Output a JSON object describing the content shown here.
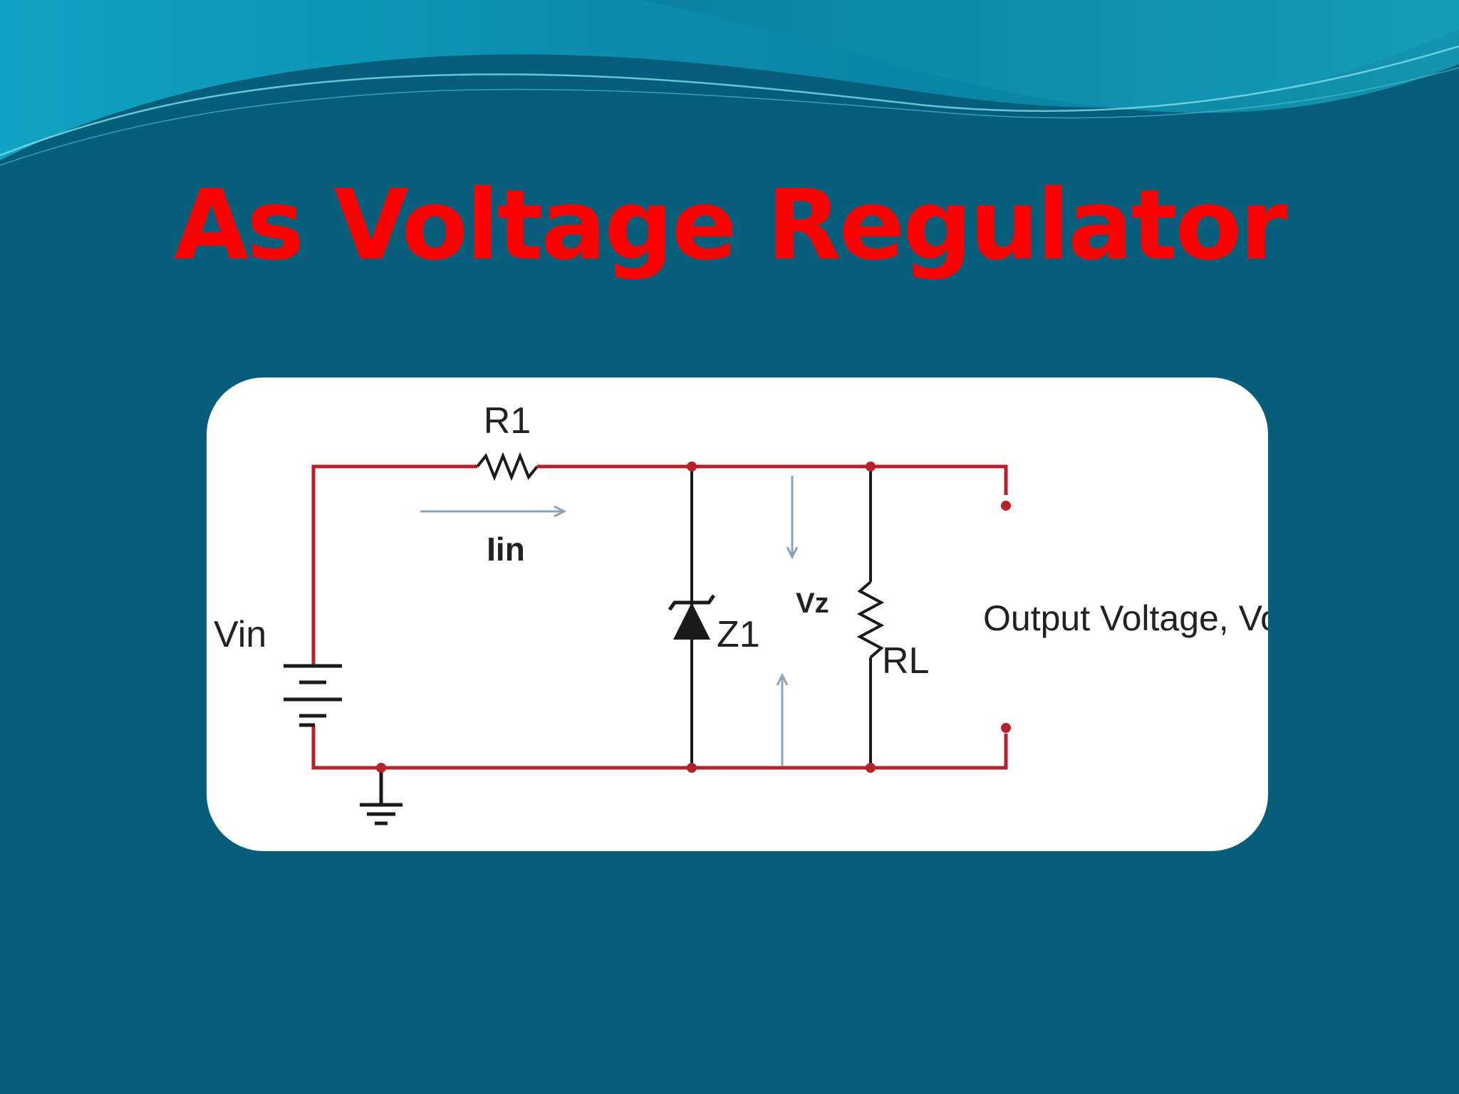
{
  "slide": {
    "title": "As Voltage Regulator"
  },
  "diagram": {
    "labels": {
      "r1": "R1",
      "iin": "Iin",
      "vin": "Vin",
      "z1": "Z1",
      "vz": "Vz",
      "rl": "RL",
      "output": "Output Voltage, Vo"
    }
  },
  "colors": {
    "background": "#075e7b",
    "title": "#ff0000",
    "wire": "#b5222c",
    "component": "#1a1a1a",
    "arrow": "#8aa3b8",
    "r1_label": "#2a3a8c"
  }
}
